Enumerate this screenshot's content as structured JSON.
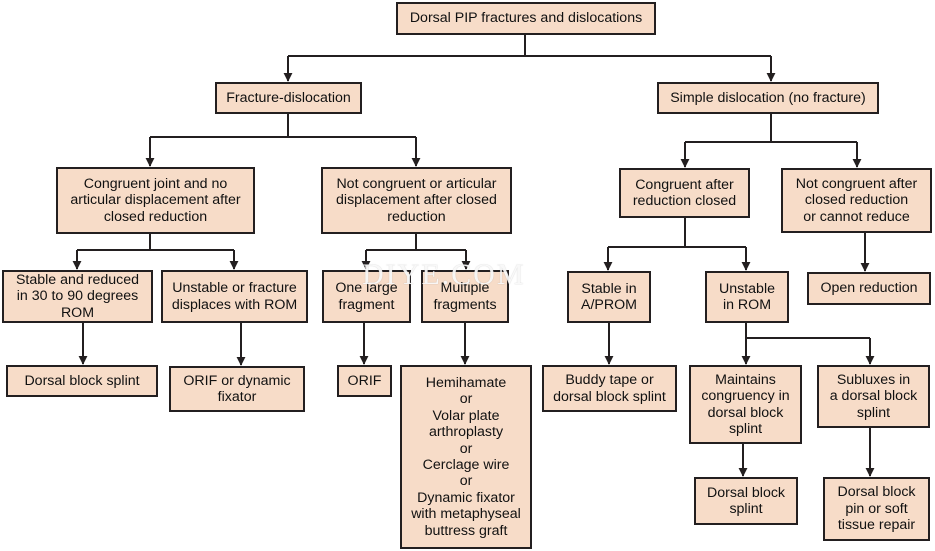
{
  "colors": {
    "box_fill": "#f7dcc8",
    "line": "#231f20",
    "text": "#111111"
  },
  "nodes": {
    "root": "Dorsal PIP fractures and dislocations",
    "fracture_dislocation": "Fracture-dislocation",
    "simple_dislocation": "Simple dislocation (no fracture)",
    "congruent_joint": "Congruent joint and no\narticular displacement after\nclosed reduction",
    "not_congruent_articular": "Not congruent or articular\ndisplacement after closed\nreduction",
    "congruent_after": "Congruent after\nreduction closed",
    "not_congruent_after": "Not congruent after\nclosed reduction\nor cannot reduce",
    "stable_reduced": "Stable and reduced\nin 30 to 90 degrees\nROM",
    "unstable_fracture": "Unstable or fracture\ndisplaces with ROM",
    "one_large": "One large\nfragment",
    "multiple_fragments": "Multiple\nfragments",
    "stable_aprom": "Stable in\nA/PROM",
    "unstable_rom": "Unstable\nin ROM",
    "open_reduction": "Open reduction",
    "dorsal_block_splint_1": "Dorsal block splint",
    "orif_dynamic": "ORIF or dynamic\nfixator",
    "orif": "ORIF",
    "hemihamate": "Hemihamate\nor\nVolar plate\narthroplasty\nor\nCerclage wire\nor\nDynamic fixator\nwith metaphyseal\nbuttress graft",
    "buddy_tape": "Buddy tape or\ndorsal block splint",
    "maintains_congruency": "Maintains\ncongruency in\ndorsal block\nsplint",
    "subluxes": "Subluxes in\na dorsal block\nsplint",
    "dorsal_block_splint_2": "Dorsal block\nsplint",
    "dorsal_block_pin": "Dorsal block\npin or soft\ntissue repair"
  },
  "watermark": "DIYE.COM"
}
